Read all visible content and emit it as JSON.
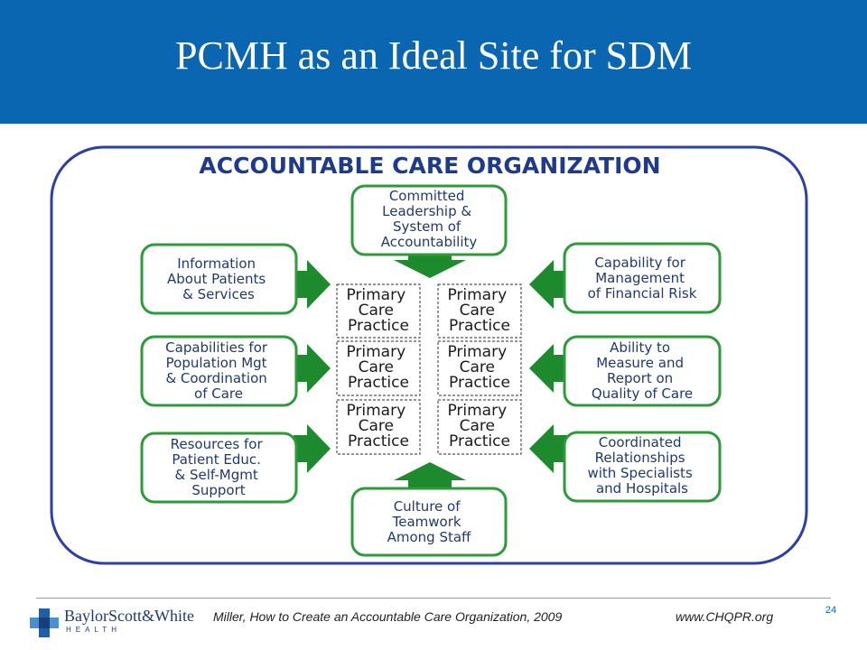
{
  "slide": {
    "title": "PCMH as an Ideal Site for SDM",
    "page_number": "24"
  },
  "diagram": {
    "heading": "ACCOUNTABLE CARE ORGANIZATION",
    "center_label_lines": [
      "Primary",
      "Care",
      "Practice"
    ],
    "center_count": 6,
    "boxes": {
      "top": [
        "Committed",
        "Leadership &",
        "System of",
        "Accountability"
      ],
      "left_1": [
        "Information",
        "About Patients",
        "& Services"
      ],
      "left_2": [
        "Capabilities for",
        "Population Mgt",
        "& Coordination",
        "of Care"
      ],
      "left_3": [
        "Resources for",
        "Patient Educ.",
        "& Self-Mgmt",
        "Support"
      ],
      "right_1": [
        "Capability for",
        "Management",
        "of Financial Risk"
      ],
      "right_2": [
        "Ability to",
        "Measure and",
        "Report on",
        "Quality of Care"
      ],
      "right_3": [
        "Coordinated",
        "Relationships",
        "with Specialists",
        "and Hospitals"
      ],
      "bottom": [
        "Culture of",
        "Teamwork",
        "Among Staff"
      ]
    },
    "colors": {
      "frame": "#2b3fa6",
      "box_border": "#2e9a3a",
      "arrow": "#1e8a2e",
      "box_text": "#1f3a6e",
      "heading": "#1f3a8a"
    }
  },
  "footer": {
    "logo_name": "BaylorScott&White",
    "logo_sub": "HEALTH",
    "logo_icon": "cross-logo-icon",
    "citation": "Miller, How to Create an Accountable Care Organization, 2009",
    "website": "www.CHQPR.org"
  }
}
